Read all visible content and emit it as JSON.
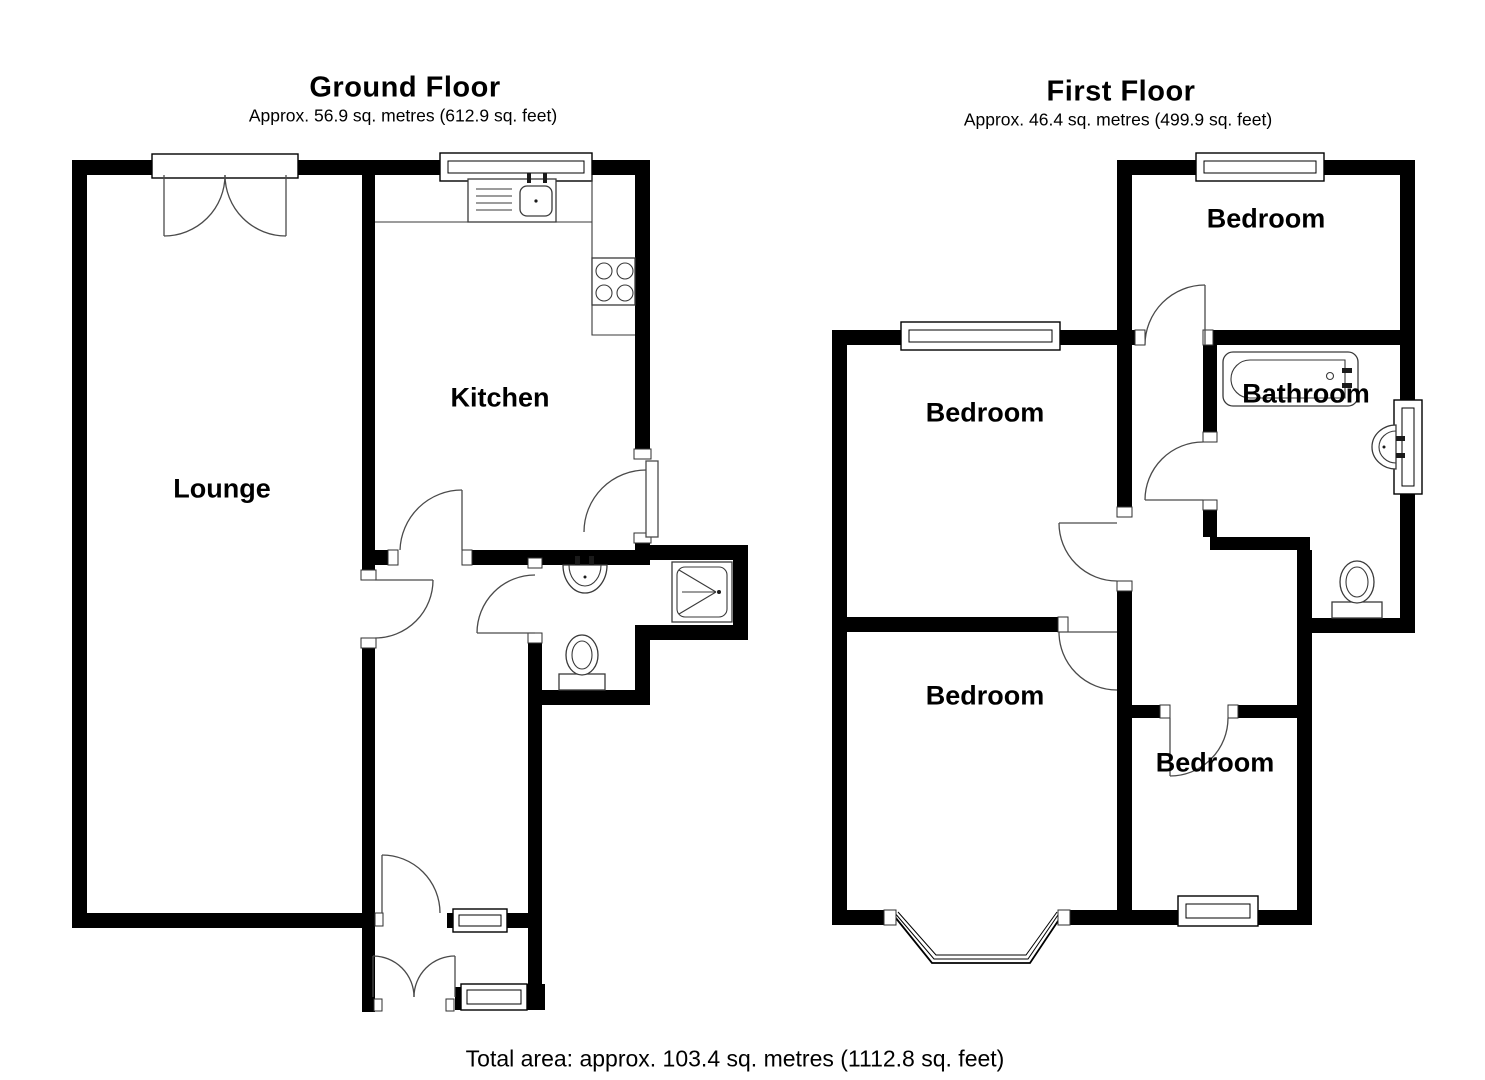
{
  "ground_floor": {
    "title": "Ground Floor",
    "subtitle": "Approx. 56.9 sq. metres (612.9 sq. feet)",
    "rooms": {
      "lounge": "Lounge",
      "kitchen": "Kitchen"
    }
  },
  "first_floor": {
    "title": "First Floor",
    "subtitle": "Approx. 46.4 sq. metres (499.9 sq. feet)",
    "rooms": {
      "bedroom_top": "Bedroom",
      "bedroom_middle": "Bedroom",
      "bedroom_bottom": "Bedroom",
      "bedroom_small": "Bedroom",
      "bathroom": "Bathroom"
    }
  },
  "footer": {
    "total_area": "Total area: approx. 103.4 sq. metres (1112.8 sq. feet)"
  },
  "colors": {
    "wall": "#000000",
    "line": "#4a4a4a",
    "background": "#ffffff"
  }
}
